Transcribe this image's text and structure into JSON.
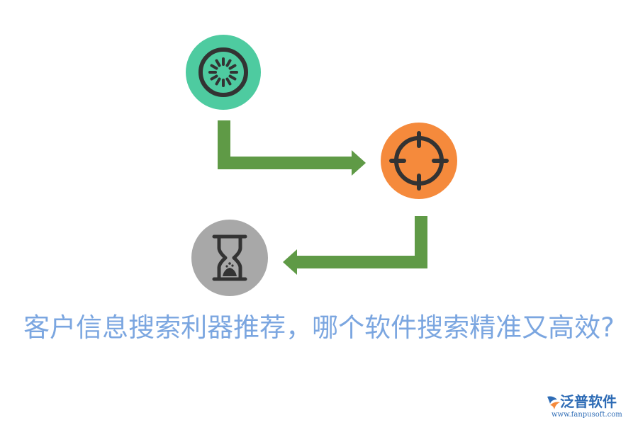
{
  "nodes": [
    {
      "icon": "dial-icon",
      "color": "#4ecba0"
    },
    {
      "icon": "crosshair-target-icon",
      "color": "#f58a3c"
    },
    {
      "icon": "hourglass-icon",
      "color": "#a8a8a8"
    }
  ],
  "connector_color": "#5f9a46",
  "icon_stroke_color": "#333333",
  "title": "客户信息搜索利器推荐，哪个软件搜索精准又高效?",
  "title_color": "#7ba6e0",
  "logo": {
    "name": "泛普软件",
    "url": "www.fanpusoft.com",
    "color": "#2d6bb5"
  }
}
